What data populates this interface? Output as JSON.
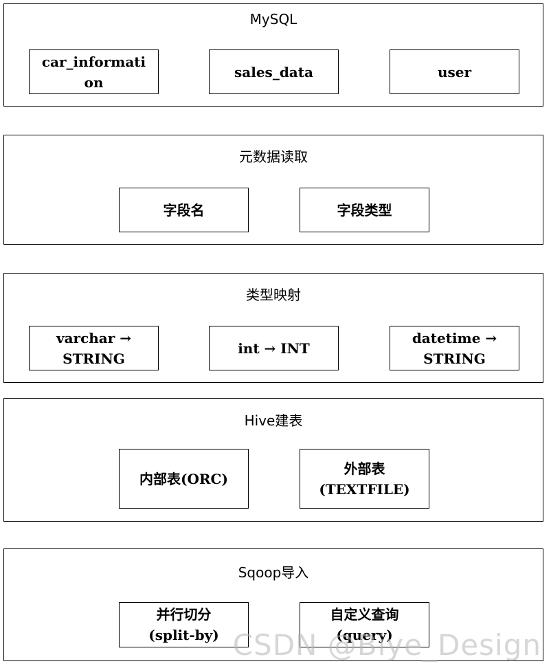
{
  "sections": [
    {
      "title": "MySQL",
      "boxes": [
        "car_informati\non",
        "sales_data",
        "user"
      ]
    },
    {
      "title": "元数据读取",
      "boxes": [
        "字段名",
        "字段类型"
      ]
    },
    {
      "title": "类型映射",
      "boxes": [
        "varchar →\nSTRING",
        "int → INT",
        "datetime →\nSTRING"
      ]
    },
    {
      "title": "Hive建表",
      "boxes": [
        "内部表(ORC)",
        "外部表\n(TEXTFILE)"
      ]
    },
    {
      "title": "Sqoop导入",
      "boxes": [
        "并行切分\n(split-by)",
        "自定义查询\n(query)"
      ]
    }
  ],
  "watermark": "CSDN @Biye_Design"
}
